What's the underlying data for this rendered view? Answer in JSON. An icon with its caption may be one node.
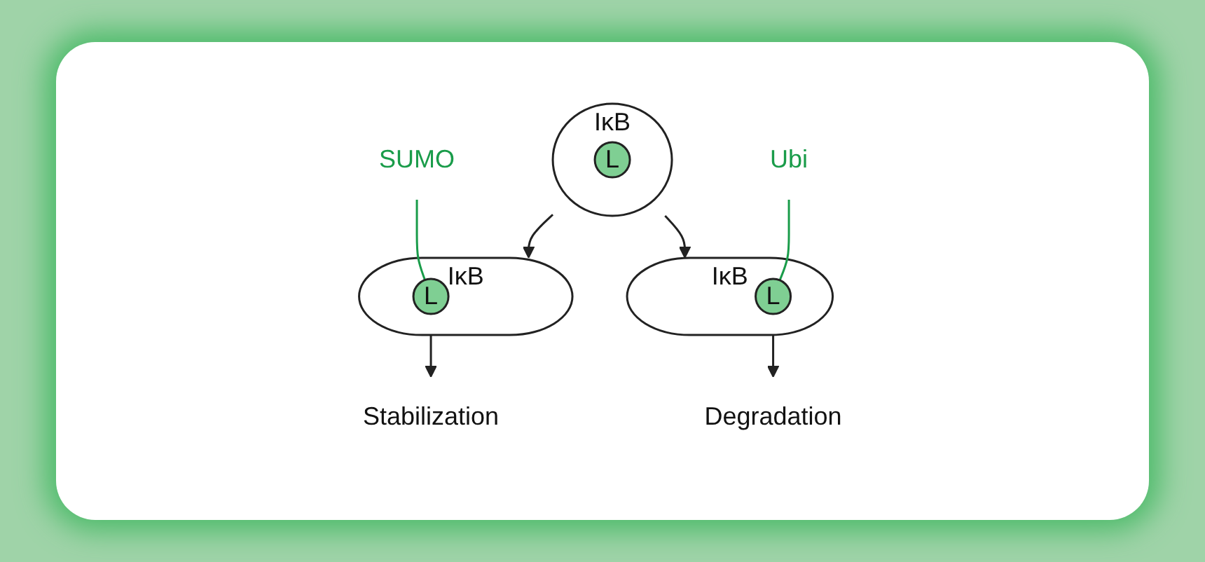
{
  "diagram": {
    "nodes": [
      {
        "text": [
          "SUMO"
        ]
      },
      {
        "text": [
          "IκB"
        ]
      },
      {
        "text": [
          "L"
        ],
        "in": 1
      },
      {
        "text": [
          "IκB"
        ]
      },
      {
        "text": [
          "L"
        ],
        "in": 3
      },
      {
        "text": [
          "Ubi"
        ]
      },
      {
        "text": [
          "IκB"
        ]
      },
      {
        "text": [
          "L"
        ],
        "in": 6
      },
      {
        "text": [
          "Stabilization"
        ]
      },
      {
        "text": [
          "Degradation"
        ]
      }
    ],
    "edges": [
      {
        "from": 0,
        "to": 2,
        "arrow": "none",
        "color": "#1a9c4a"
      },
      {
        "from": 5,
        "to": 7,
        "arrow": "none",
        "color": "#1a9c4a"
      },
      {
        "from": 3,
        "to": 1,
        "arrow": "to"
      },
      {
        "from": 3,
        "to": 6,
        "arrow": "to"
      },
      {
        "from": 1,
        "to": 8,
        "arrow": "to"
      },
      {
        "from": 6,
        "to": 9,
        "arrow": "to"
      }
    ]
  }
}
